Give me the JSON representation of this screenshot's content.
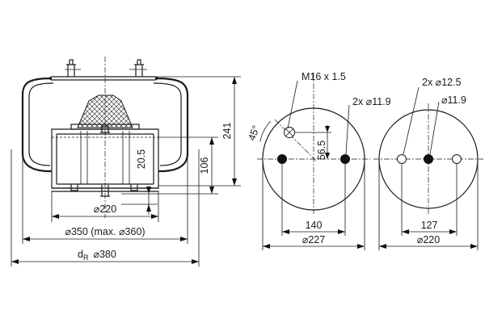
{
  "side_view": {
    "dim_height_total": "241",
    "dim_height_piston": "106",
    "dim_offset": "20.5",
    "dim_piston_diameter": "⌀220",
    "dim_bellow_diameter": "⌀350 (max. ⌀360)",
    "dim_rolling_diameter_prefix": "d",
    "dim_rolling_diameter_sub": "R",
    "dim_rolling_diameter_value": "⌀380"
  },
  "top_plate": {
    "thread_label": "M16 x 1.5",
    "hole_label": "2x ⌀11.9",
    "angle_label": "45°",
    "offset_label": "56.5",
    "spacing_label": "140",
    "diameter_label": "⌀227"
  },
  "bottom_plate": {
    "hole_label_a": "2x ⌀12.5",
    "hole_label_b": "⌀11.9",
    "spacing_label": "127",
    "diameter_label": "⌀220"
  }
}
